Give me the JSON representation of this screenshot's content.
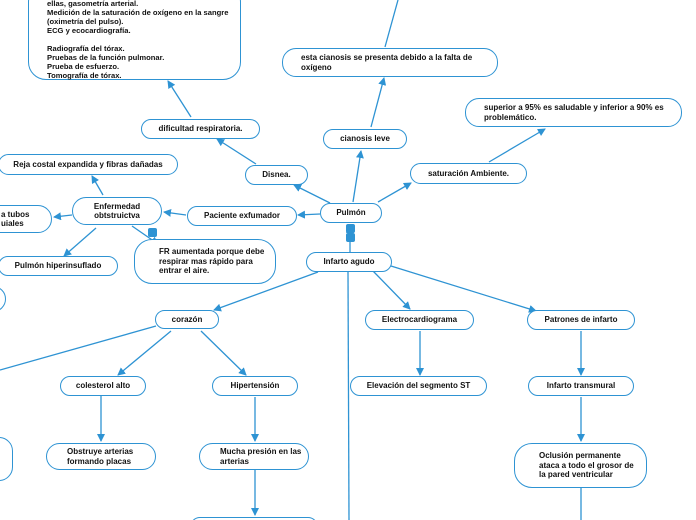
{
  "nodes": {
    "n_top_big": "ellas, gasometría arterial.\nMedición de la saturación de oxígeno en la sangre (oximetría del pulso).\nECG y ecocardiografía.\n\nRadiografía del tórax.\nPruebas de la función pulmonar.\nPrueba de esfuerzo.\nTomografía de tórax.",
    "n_cianosis_desc": "esta cianosis se presenta debido a la falta de oxígeno",
    "n_saturacion_desc": "superior a 95% es saludable y inferior a 90% es problemático.",
    "n_dificultad": "dificultad respiratoria.",
    "n_cianosis": "cianosis leve",
    "n_reja": "Reja costal expandida y fibras dañadas",
    "n_disnea": "Disnea.",
    "n_saturacion": "saturación Ambiente.",
    "n_enfermedad": "Enfermedad\nobtstruictva",
    "n_tubos": "a tubos\nuiales",
    "n_paciente": "Paciente exfumador",
    "n_pulmon": "Pulmón",
    "n_fr": "FR aumentada porque debe respirar mas rápido para entrar el aire.",
    "n_hiper": "Pulmón hiperinsuflado",
    "n_infarto": "Infarto agudo",
    "n_corazon": "corazón",
    "n_electro": "Electrocardiograma",
    "n_patrones": "Patrones de infarto",
    "n_colesterol": "colesterol alto",
    "n_hipertension": "Hipertensión",
    "n_elevacion": "Elevación del segmento ST",
    "n_transmural": "Infarto transmural",
    "n_obstruye": "Obstruye arterias formando placas",
    "n_presion": "Mucha presión en las arterias",
    "n_oclusion": "Oclusión permanente ataca a todo el grosor de la pared ventricular"
  },
  "colors": {
    "accent": "#2e93d3"
  }
}
